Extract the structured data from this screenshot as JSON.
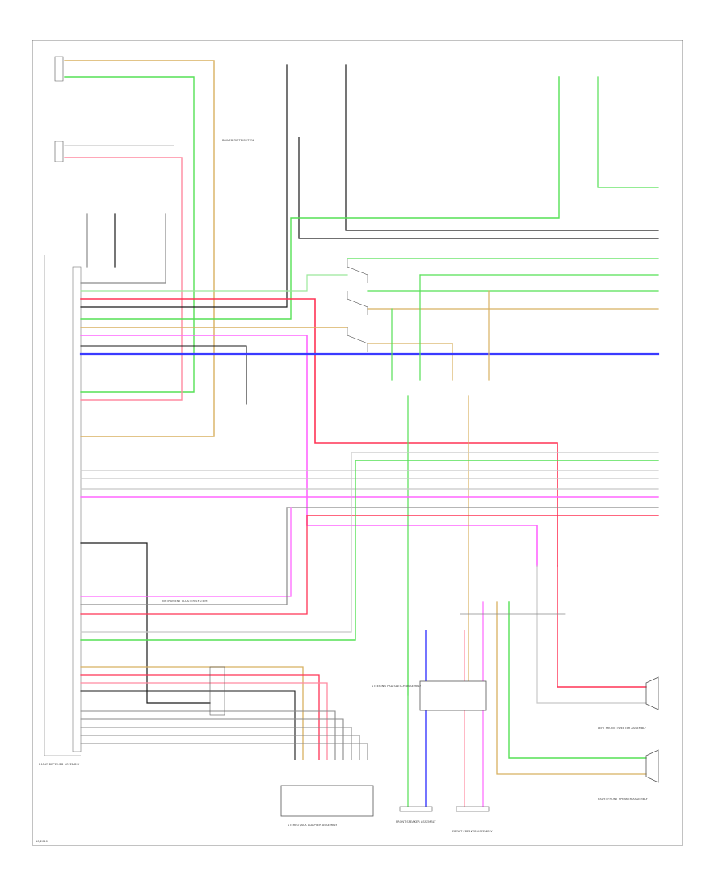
{
  "colors": {
    "black": "#1a1a1a",
    "gray": "#8a8a8a",
    "light_gray": "#c8c8c8",
    "green": "#55e055",
    "light_green": "#9be89b",
    "pink": "#ff8aa0",
    "red": "#ff3355",
    "magenta": "#ff66ff",
    "blue": "#3a3aff",
    "tan": "#d8b060",
    "yellow_green": "#c8e070"
  },
  "labels": {
    "radio_receiver": "RADIO RECEIVER ASSEMBLY",
    "stereo_jack": "STEREO JACK ADAPTER ASSEMBLY",
    "front_speaker_left": "FRONT SPEAKER ASSEMBLY",
    "front_speaker_right": "FRONT SPEAKER ASSEMBLY",
    "left_front_tweeter": "LEFT FRONT TWEETER ASSEMBLY",
    "right_front_speaker": "RIGHT FRONT SPEAKER ASSEMBLY",
    "steering_pad": "STEERING PAD SWITCH ASSEMBLY",
    "instrument_cluster": "INSTRUMENT CLUSTER SYSTEM",
    "power_distribution": "POWER DISTRIBUTION",
    "footer": "10/2010"
  }
}
